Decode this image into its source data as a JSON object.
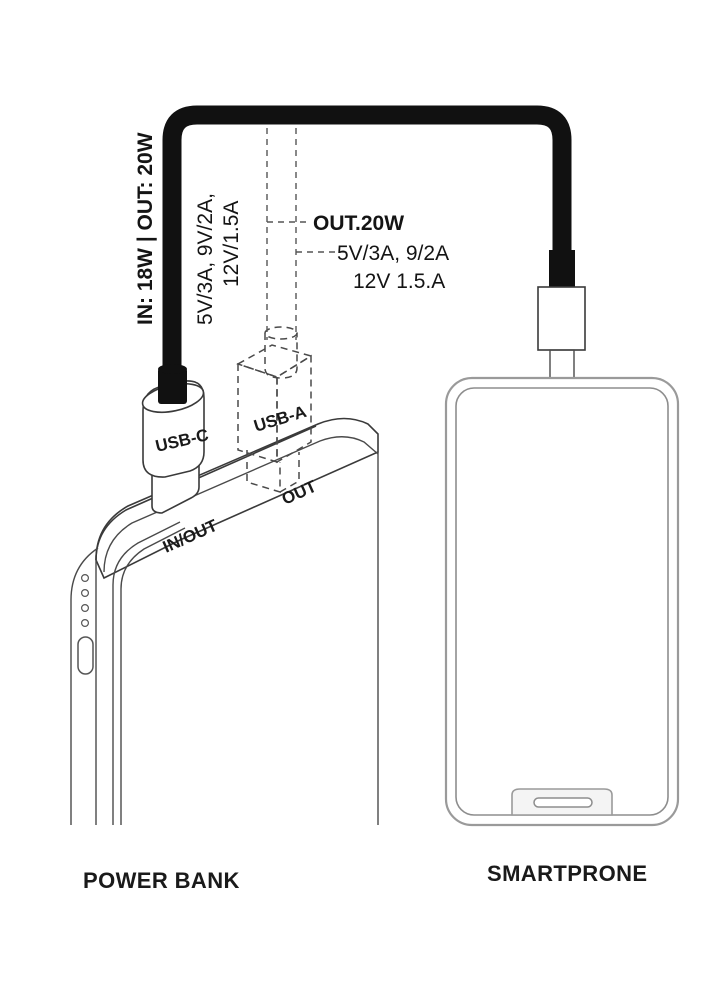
{
  "diagram": {
    "title_hidden": "",
    "captions": {
      "left": "POWER BANK",
      "right": "SMARTPRONE"
    },
    "cable_spec_label": "IN: 18W | OUT: 20W",
    "usb_a_spec": {
      "line1": "5V/3A, 9V/2A,",
      "line2": "12V/1.5A"
    },
    "callout": {
      "head": "OUT.20W",
      "line1": "5V/3A, 9/2A",
      "line2": "12V 1.5.A"
    },
    "connectors": {
      "usb_c": "USB-C",
      "usb_a": "USB-A"
    },
    "ports": {
      "in_out": "IN/OUT",
      "out": "OUT"
    },
    "colors": {
      "cable": "#111111",
      "outline": "#3a3a3a",
      "phone_bezel": "#9a9a9a",
      "background": "#ffffff",
      "text": "#141414"
    }
  }
}
